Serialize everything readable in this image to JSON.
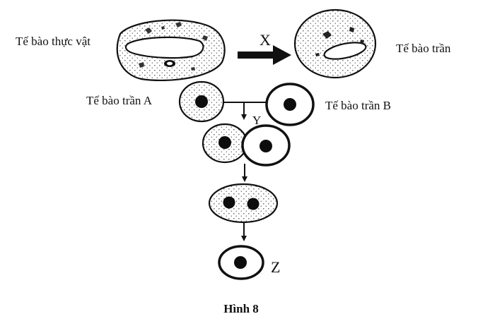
{
  "labels": {
    "plant_cell": "Tế bào thực vật",
    "process_x": "X",
    "protoplast": "Tế bào trần",
    "protoplast_a": "Tế bào trần A",
    "protoplast_b": "Tế bào trần B",
    "process_y": "Y",
    "result_z": "Z"
  },
  "caption": "Hình 8",
  "colors": {
    "ink": "#111111",
    "nucleus": "#0d0d0d",
    "background": "#ffffff"
  }
}
